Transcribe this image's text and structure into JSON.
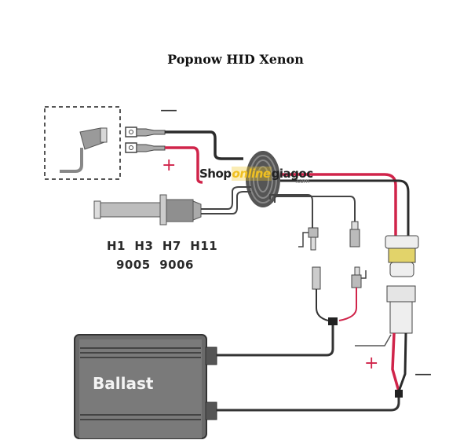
{
  "title": "Popnow HID Xenon",
  "bulb_types": {
    "line1": "H1  H3  H7  H11",
    "line2": "9005  9006"
  },
  "ballast_label": "Ballast",
  "polarity": {
    "top_minus": "—",
    "top_plus": "+",
    "bottom_plus": "+",
    "bottom_minus": "—"
  },
  "watermark": {
    "shop": "Shop",
    "online": "online",
    "giagoc": "giagoc",
    "com": ".com"
  },
  "colors": {
    "positive_wire": "#d0244a",
    "negative_wire": "#2b2b2b",
    "ballast_body": "#6a6a6a",
    "connector_yellow": "#e2d36a"
  }
}
